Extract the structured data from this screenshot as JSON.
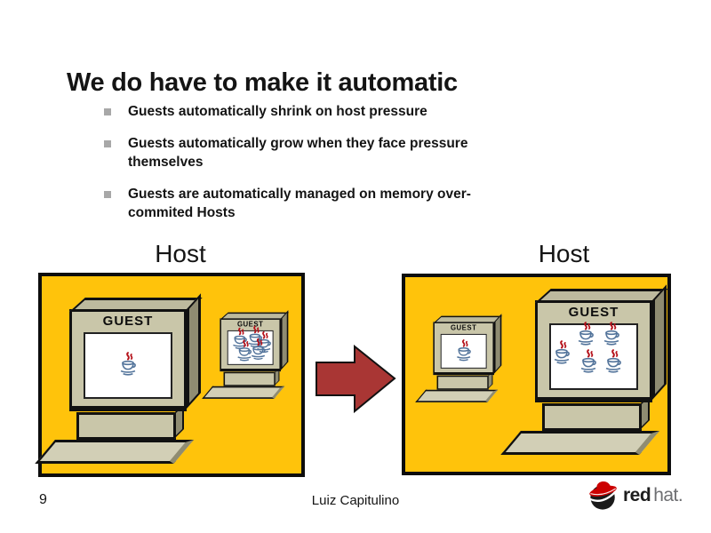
{
  "slide": {
    "title": "We do have to make it automatic",
    "bullets": [
      {
        "text": "Guests automatically shrink on host pressure"
      },
      {
        "text": "Guests automatically grow when they face pressure\nthemselves"
      },
      {
        "text": "Guests are automatically managed on memory over-\ncommited Hosts"
      }
    ]
  },
  "diagram": {
    "hosts": [
      {
        "label": "Host",
        "computers": [
          {
            "size": "large",
            "guest_label": "GUEST",
            "java_logo_count": 1,
            "arrangement": "single"
          },
          {
            "size": "small",
            "guest_label": "GUEST",
            "java_logo_count": 5,
            "arrangement": "crowded"
          }
        ]
      },
      {
        "label": "Host",
        "computers": [
          {
            "size": "small",
            "guest_label": "GUEST",
            "java_logo_count": 1,
            "arrangement": "single"
          },
          {
            "size": "large",
            "guest_label": "GUEST",
            "java_logo_count": 5,
            "arrangement": "spread"
          }
        ]
      }
    ],
    "arrow": {
      "direction": "right",
      "fill": "#A93634"
    }
  },
  "footer": {
    "page_number": "9",
    "author": "Luiz Capitulino",
    "logo": {
      "red": "red",
      "hat": "hat."
    }
  },
  "icons": {
    "bullet": "square-bullet-icon",
    "java": "java-logo-icon",
    "redhat": "redhat-logo-icon",
    "arrow": "right-arrow-icon"
  },
  "colors": {
    "host_fill": "#FFC30B",
    "monitor_beige": "#C9C6A9",
    "monitor_top": "#BDBA9E",
    "monitor_side": "#8F8C72",
    "keyboard": "#D2CFB6",
    "arrow_red": "#A93634",
    "redhat_red": "#CC0000",
    "bullet_gray": "#A8A8A8",
    "text": "#141414"
  }
}
